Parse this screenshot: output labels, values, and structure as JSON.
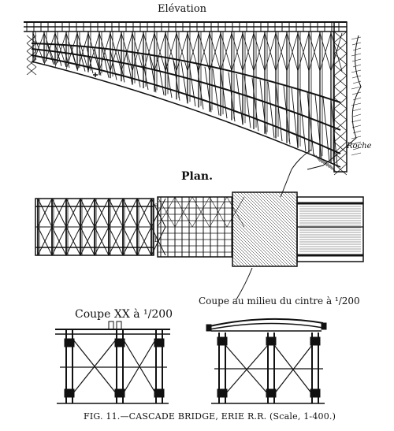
{
  "labels": {
    "elevation": "Elévation",
    "plan": "Plan.",
    "coupe_xx": "Coupe XX à ¹/200",
    "coupe_milieu": "Coupe au milieu du cintre à ¹/200",
    "roche": "Roche",
    "marker_a": "a",
    "marker_b": "b",
    "caption": "FIG. 11.—CASCADE BRIDGE, ERIE R.R. (Scale, 1-400.)"
  },
  "colors": {
    "ink": "#111111",
    "paper": "#ffffff"
  }
}
